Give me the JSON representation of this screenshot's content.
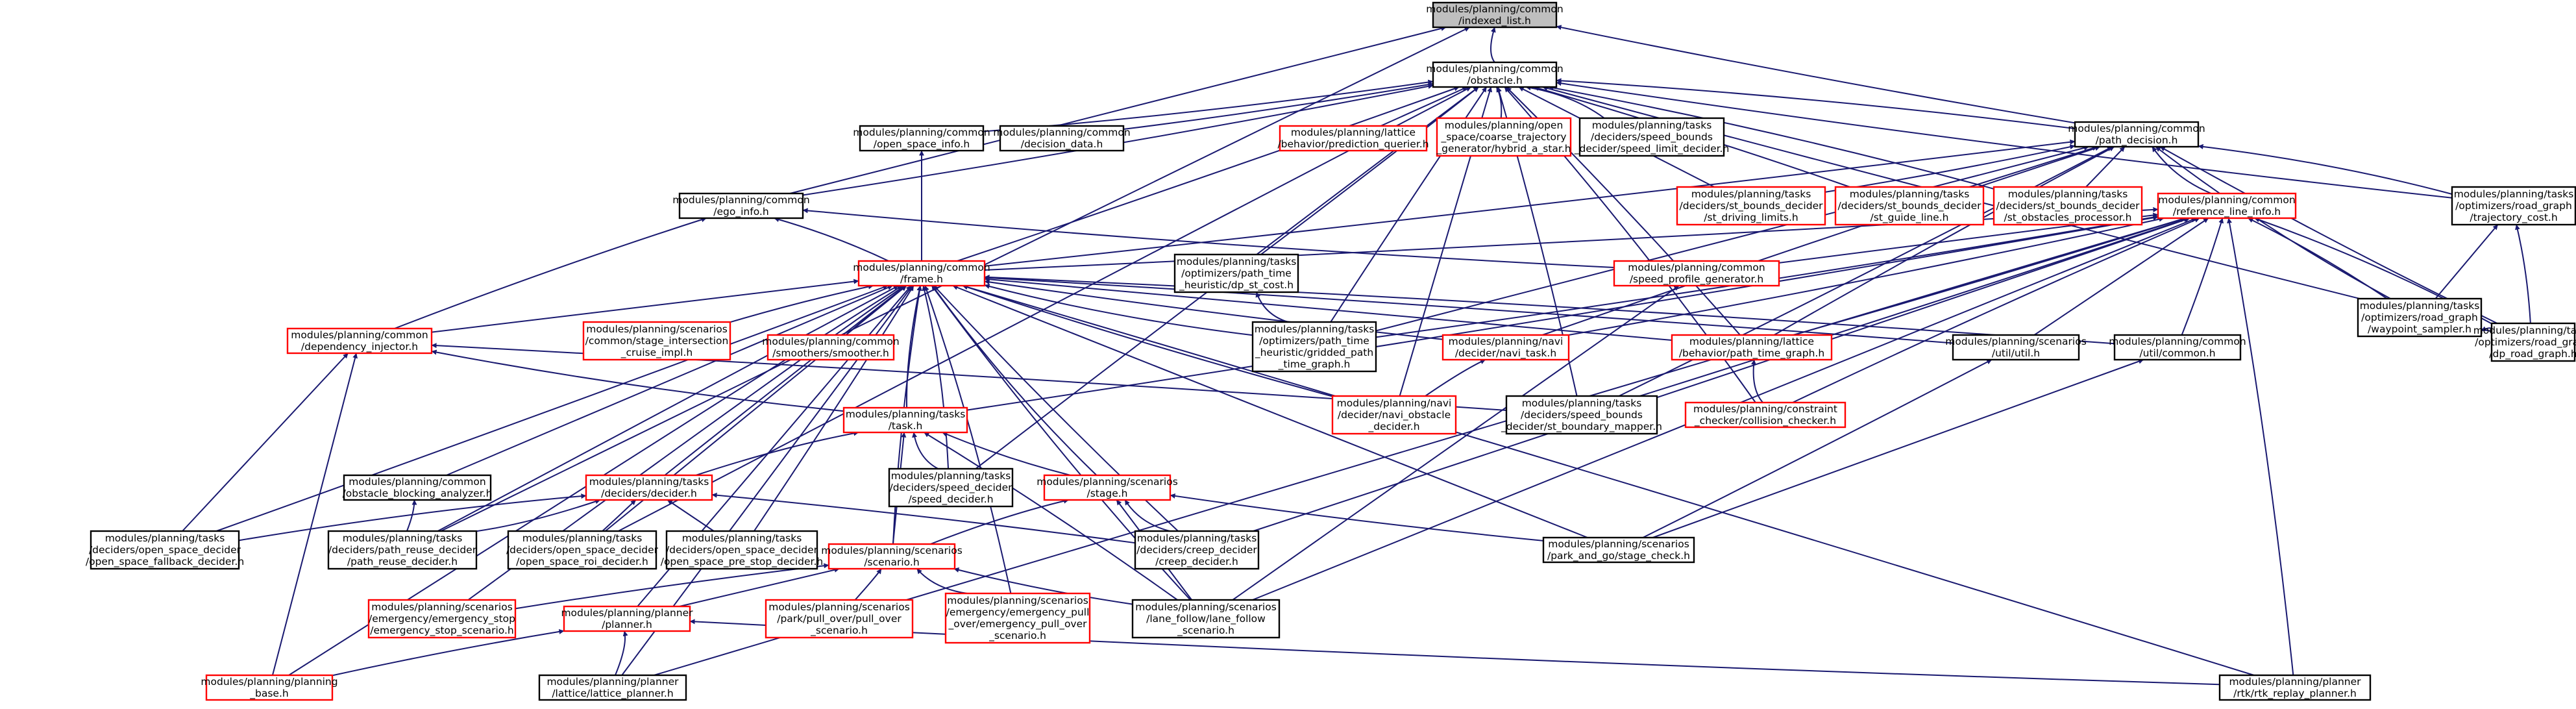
{
  "colors": {
    "edge": "#191970",
    "root_fill": "#bfbfbf",
    "border_default": "#000000",
    "border_truncated": "#ff0000"
  },
  "nodes": [
    {
      "id": "indexed_list",
      "lines": [
        "modules/planning/common",
        "/indexed_list.h"
      ],
      "style": "root"
    },
    {
      "id": "obstacle",
      "lines": [
        "modules/planning/common",
        "/obstacle.h"
      ],
      "style": "default"
    },
    {
      "id": "path_decision",
      "lines": [
        "modules/planning/common",
        "/path_decision.h"
      ],
      "style": "default"
    },
    {
      "id": "open_space_info",
      "lines": [
        "modules/planning/common",
        "/open_space_info.h"
      ],
      "style": "default"
    },
    {
      "id": "decision_data",
      "lines": [
        "modules/planning/common",
        "/decision_data.h"
      ],
      "style": "default"
    },
    {
      "id": "prediction_querier",
      "lines": [
        "modules/planning/lattice",
        "/behavior/prediction_querier.h"
      ],
      "style": "truncated"
    },
    {
      "id": "hybrid_a_star",
      "lines": [
        "modules/planning/open",
        "_space/coarse_trajectory",
        "_generator/hybrid_a_star.h"
      ],
      "style": "truncated"
    },
    {
      "id": "speed_limit_decider",
      "lines": [
        "modules/planning/tasks",
        "/deciders/speed_bounds",
        "_decider/speed_limit_decider.h"
      ],
      "style": "default"
    },
    {
      "id": "ego_info",
      "lines": [
        "modules/planning/common",
        "/ego_info.h"
      ],
      "style": "default"
    },
    {
      "id": "st_driving_limits",
      "lines": [
        "modules/planning/tasks",
        "/deciders/st_bounds_decider",
        "/st_driving_limits.h"
      ],
      "style": "truncated"
    },
    {
      "id": "st_guide_line",
      "lines": [
        "modules/planning/tasks",
        "/deciders/st_bounds_decider",
        "/st_guide_line.h"
      ],
      "style": "truncated"
    },
    {
      "id": "st_obstacles_processor",
      "lines": [
        "modules/planning/tasks",
        "/deciders/st_bounds_decider",
        "/st_obstacles_processor.h"
      ],
      "style": "truncated"
    },
    {
      "id": "reference_line_info",
      "lines": [
        "modules/planning/common",
        "/reference_line_info.h"
      ],
      "style": "truncated"
    },
    {
      "id": "trajectory_cost",
      "lines": [
        "modules/planning/tasks",
        "/optimizers/road_graph",
        "/trajectory_cost.h"
      ],
      "style": "default"
    },
    {
      "id": "frame",
      "lines": [
        "modules/planning/common",
        "/frame.h"
      ],
      "style": "truncated"
    },
    {
      "id": "dp_st_cost",
      "lines": [
        "modules/planning/tasks",
        "/optimizers/path_time",
        "_heuristic/dp_st_cost.h"
      ],
      "style": "default"
    },
    {
      "id": "speed_profile_generator",
      "lines": [
        "modules/planning/common",
        "/speed_profile_generator.h"
      ],
      "style": "truncated"
    },
    {
      "id": "waypoint_sampler",
      "lines": [
        "modules/planning/tasks",
        "/optimizers/road_graph",
        "/waypoint_sampler.h"
      ],
      "style": "default"
    },
    {
      "id": "dependency_injector",
      "lines": [
        "modules/planning/common",
        "/dependency_injector.h"
      ],
      "style": "truncated"
    },
    {
      "id": "stage_intersection_cruise_impl",
      "lines": [
        "modules/planning/scenarios",
        "/common/stage_intersection",
        "_cruise_impl.h"
      ],
      "style": "truncated"
    },
    {
      "id": "smoother",
      "lines": [
        "modules/planning/common",
        "/smoothers/smoother.h"
      ],
      "style": "truncated"
    },
    {
      "id": "gridded_path_time_graph",
      "lines": [
        "modules/planning/tasks",
        "/optimizers/path_time",
        "_heuristic/gridded_path",
        "_time_graph.h"
      ],
      "style": "default"
    },
    {
      "id": "navi_task",
      "lines": [
        "modules/planning/navi",
        "/decider/navi_task.h"
      ],
      "style": "truncated"
    },
    {
      "id": "path_time_graph",
      "lines": [
        "modules/planning/lattice",
        "/behavior/path_time_graph.h"
      ],
      "style": "truncated"
    },
    {
      "id": "util_util",
      "lines": [
        "modules/planning/scenarios",
        "/util/util.h"
      ],
      "style": "default"
    },
    {
      "id": "util_common",
      "lines": [
        "modules/planning/common",
        "/util/common.h"
      ],
      "style": "default"
    },
    {
      "id": "dp_road_graph",
      "lines": [
        "modules/planning/tasks",
        "/optimizers/road_graph",
        "/dp_road_graph.h"
      ],
      "style": "default"
    },
    {
      "id": "task",
      "lines": [
        "modules/planning/tasks",
        "/task.h"
      ],
      "style": "truncated"
    },
    {
      "id": "navi_obstacle_decider",
      "lines": [
        "modules/planning/navi",
        "/decider/navi_obstacle",
        "_decider.h"
      ],
      "style": "truncated"
    },
    {
      "id": "st_boundary_mapper",
      "lines": [
        "modules/planning/tasks",
        "/deciders/speed_bounds",
        "_decider/st_boundary_mapper.h"
      ],
      "style": "default"
    },
    {
      "id": "collision_checker",
      "lines": [
        "modules/planning/constraint",
        "_checker/collision_checker.h"
      ],
      "style": "truncated"
    },
    {
      "id": "obstacle_blocking_analyzer",
      "lines": [
        "modules/planning/common",
        "/obstacle_blocking_analyzer.h"
      ],
      "style": "default"
    },
    {
      "id": "decider",
      "lines": [
        "modules/planning/tasks",
        "/deciders/decider.h"
      ],
      "style": "truncated"
    },
    {
      "id": "speed_decider",
      "lines": [
        "modules/planning/tasks",
        "/deciders/speed_decider",
        "/speed_decider.h"
      ],
      "style": "default"
    },
    {
      "id": "stage",
      "lines": [
        "modules/planning/scenarios",
        "/stage.h"
      ],
      "style": "truncated"
    },
    {
      "id": "open_space_fallback_decider",
      "lines": [
        "modules/planning/tasks",
        "/deciders/open_space_decider",
        "/open_space_fallback_decider.h"
      ],
      "style": "default"
    },
    {
      "id": "path_reuse_decider",
      "lines": [
        "modules/planning/tasks",
        "/deciders/path_reuse_decider",
        "/path_reuse_decider.h"
      ],
      "style": "default"
    },
    {
      "id": "open_space_roi_decider",
      "lines": [
        "modules/planning/tasks",
        "/deciders/open_space_decider",
        "/open_space_roi_decider.h"
      ],
      "style": "default"
    },
    {
      "id": "open_space_pre_stop_decider",
      "lines": [
        "modules/planning/tasks",
        "/deciders/open_space_decider",
        "/open_space_pre_stop_decider.h"
      ],
      "style": "default"
    },
    {
      "id": "scenario",
      "lines": [
        "modules/planning/scenarios",
        "/scenario.h"
      ],
      "style": "truncated"
    },
    {
      "id": "creep_decider",
      "lines": [
        "modules/planning/tasks",
        "/deciders/creep_decider",
        "/creep_decider.h"
      ],
      "style": "default"
    },
    {
      "id": "stage_check",
      "lines": [
        "modules/planning/scenarios",
        "/park_and_go/stage_check.h"
      ],
      "style": "default"
    },
    {
      "id": "emergency_stop_scenario",
      "lines": [
        "modules/planning/scenarios",
        "/emergency/emergency_stop",
        "/emergency_stop_scenario.h"
      ],
      "style": "truncated"
    },
    {
      "id": "planner",
      "lines": [
        "modules/planning/planner",
        "/planner.h"
      ],
      "style": "truncated"
    },
    {
      "id": "pull_over_scenario",
      "lines": [
        "modules/planning/scenarios",
        "/park/pull_over/pull_over",
        "_scenario.h"
      ],
      "style": "truncated"
    },
    {
      "id": "emergency_pull_over_scenario",
      "lines": [
        "modules/planning/scenarios",
        "/emergency/emergency_pull",
        "_over/emergency_pull_over",
        "_scenario.h"
      ],
      "style": "truncated"
    },
    {
      "id": "lane_follow_scenario",
      "lines": [
        "modules/planning/scenarios",
        "/lane_follow/lane_follow",
        "_scenario.h"
      ],
      "style": "default"
    },
    {
      "id": "planning_base",
      "lines": [
        "modules/planning/planning",
        "_base.h"
      ],
      "style": "truncated"
    },
    {
      "id": "lattice_planner",
      "lines": [
        "modules/planning/planner",
        "/lattice/lattice_planner.h"
      ],
      "style": "default"
    },
    {
      "id": "rtk_replay_planner",
      "lines": [
        "modules/planning/planner",
        "/rtk/rtk_replay_planner.h"
      ],
      "style": "default"
    }
  ],
  "edges": [
    [
      "obstacle",
      "indexed_list"
    ],
    [
      "path_decision",
      "indexed_list"
    ],
    [
      "ego_info",
      "indexed_list"
    ],
    [
      "path_reuse_decider",
      "indexed_list"
    ],
    [
      "path_decision",
      "obstacle"
    ],
    [
      "open_space_info",
      "obstacle"
    ],
    [
      "decision_data",
      "obstacle"
    ],
    [
      "prediction_querier",
      "obstacle"
    ],
    [
      "hybrid_a_star",
      "obstacle"
    ],
    [
      "speed_limit_decider",
      "obstacle"
    ],
    [
      "ego_info",
      "obstacle"
    ],
    [
      "frame",
      "obstacle"
    ],
    [
      "st_driving_limits",
      "obstacle"
    ],
    [
      "st_guide_line",
      "obstacle"
    ],
    [
      "st_obstacles_processor",
      "obstacle"
    ],
    [
      "dp_st_cost",
      "obstacle"
    ],
    [
      "gridded_path_time_graph",
      "obstacle"
    ],
    [
      "navi_obstacle_decider",
      "obstacle"
    ],
    [
      "st_boundary_mapper",
      "obstacle"
    ],
    [
      "speed_decider",
      "obstacle"
    ],
    [
      "trajectory_cost",
      "obstacle"
    ],
    [
      "dp_road_graph",
      "obstacle"
    ],
    [
      "open_space_roi_decider",
      "obstacle"
    ],
    [
      "path_time_graph",
      "obstacle"
    ],
    [
      "collision_checker",
      "obstacle"
    ],
    [
      "reference_line_info",
      "path_decision"
    ],
    [
      "st_driving_limits",
      "path_decision"
    ],
    [
      "st_guide_line",
      "path_decision"
    ],
    [
      "st_obstacles_processor",
      "path_decision"
    ],
    [
      "trajectory_cost",
      "path_decision"
    ],
    [
      "waypoint_sampler",
      "path_decision"
    ],
    [
      "dp_road_graph",
      "path_decision"
    ],
    [
      "gridded_path_time_graph",
      "path_decision"
    ],
    [
      "navi_task",
      "path_decision"
    ],
    [
      "path_time_graph",
      "path_decision"
    ],
    [
      "st_boundary_mapper",
      "path_decision"
    ],
    [
      "frame",
      "path_decision"
    ],
    [
      "frame",
      "open_space_info"
    ],
    [
      "frame",
      "ego_info"
    ],
    [
      "dependency_injector",
      "ego_info"
    ],
    [
      "speed_profile_generator",
      "ego_info"
    ],
    [
      "frame",
      "reference_line_info"
    ],
    [
      "speed_profile_generator",
      "reference_line_info"
    ],
    [
      "waypoint_sampler",
      "reference_line_info"
    ],
    [
      "dp_road_graph",
      "reference_line_info"
    ],
    [
      "navi_task",
      "reference_line_info"
    ],
    [
      "path_time_graph",
      "reference_line_info"
    ],
    [
      "util_util",
      "reference_line_info"
    ],
    [
      "util_common",
      "reference_line_info"
    ],
    [
      "collision_checker",
      "reference_line_info"
    ],
    [
      "task",
      "reference_line_info"
    ],
    [
      "creep_decider",
      "reference_line_info"
    ],
    [
      "lane_follow_scenario",
      "reference_line_info"
    ],
    [
      "lattice_planner",
      "reference_line_info"
    ],
    [
      "rtk_replay_planner",
      "reference_line_info"
    ],
    [
      "gridded_path_time_graph",
      "reference_line_info"
    ],
    [
      "st_boundary_mapper",
      "reference_line_info"
    ],
    [
      "waypoint_sampler",
      "trajectory_cost"
    ],
    [
      "dp_road_graph",
      "trajectory_cost"
    ],
    [
      "dp_road_graph",
      "waypoint_sampler"
    ],
    [
      "gridded_path_time_graph",
      "dp_st_cost"
    ],
    [
      "lane_follow_scenario",
      "speed_profile_generator"
    ],
    [
      "dependency_injector",
      "frame"
    ],
    [
      "stage_intersection_cruise_impl",
      "frame"
    ],
    [
      "smoother",
      "frame"
    ],
    [
      "gridded_path_time_graph",
      "frame"
    ],
    [
      "navi_task",
      "frame"
    ],
    [
      "path_time_graph",
      "frame"
    ],
    [
      "util_util",
      "frame"
    ],
    [
      "util_common",
      "frame"
    ],
    [
      "task",
      "frame"
    ],
    [
      "navi_obstacle_decider",
      "frame"
    ],
    [
      "obstacle_blocking_analyzer",
      "frame"
    ],
    [
      "decider",
      "frame"
    ],
    [
      "speed_decider",
      "frame"
    ],
    [
      "stage",
      "frame"
    ],
    [
      "open_space_fallback_decider",
      "frame"
    ],
    [
      "path_reuse_decider",
      "frame"
    ],
    [
      "open_space_roi_decider",
      "frame"
    ],
    [
      "open_space_pre_stop_decider",
      "frame"
    ],
    [
      "scenario",
      "frame"
    ],
    [
      "creep_decider",
      "frame"
    ],
    [
      "stage_check",
      "frame"
    ],
    [
      "planner",
      "frame"
    ],
    [
      "emergency_pull_over_scenario",
      "frame"
    ],
    [
      "lane_follow_scenario",
      "frame"
    ],
    [
      "planning_base",
      "frame"
    ],
    [
      "lattice_planner",
      "frame"
    ],
    [
      "rtk_replay_planner",
      "frame"
    ],
    [
      "emergency_stop_scenario",
      "frame"
    ],
    [
      "task",
      "dependency_injector"
    ],
    [
      "open_space_fallback_decider",
      "dependency_injector"
    ],
    [
      "planning_base",
      "dependency_injector"
    ],
    [
      "st_boundary_mapper",
      "dependency_injector"
    ],
    [
      "navi_obstacle_decider",
      "navi_task"
    ],
    [
      "collision_checker",
      "path_time_graph"
    ],
    [
      "stage_check",
      "util_util"
    ],
    [
      "stage_check",
      "util_common"
    ],
    [
      "path_reuse_decider",
      "obstacle_blocking_analyzer"
    ],
    [
      "decider",
      "task"
    ],
    [
      "speed_decider",
      "task"
    ],
    [
      "stage",
      "task"
    ],
    [
      "scenario",
      "task"
    ],
    [
      "lane_follow_scenario",
      "task"
    ],
    [
      "open_space_fallback_decider",
      "decider"
    ],
    [
      "path_reuse_decider",
      "decider"
    ],
    [
      "open_space_roi_decider",
      "decider"
    ],
    [
      "open_space_pre_stop_decider",
      "decider"
    ],
    [
      "creep_decider",
      "decider"
    ],
    [
      "scenario",
      "stage"
    ],
    [
      "creep_decider",
      "stage"
    ],
    [
      "stage_check",
      "stage"
    ],
    [
      "lane_follow_scenario",
      "stage"
    ],
    [
      "emergency_stop_scenario",
      "scenario"
    ],
    [
      "pull_over_scenario",
      "scenario"
    ],
    [
      "emergency_pull_over_scenario",
      "scenario"
    ],
    [
      "lane_follow_scenario",
      "scenario"
    ],
    [
      "planner",
      "scenario"
    ],
    [
      "planning_base",
      "planner"
    ],
    [
      "lattice_planner",
      "planner"
    ],
    [
      "rtk_replay_planner",
      "planner"
    ]
  ]
}
